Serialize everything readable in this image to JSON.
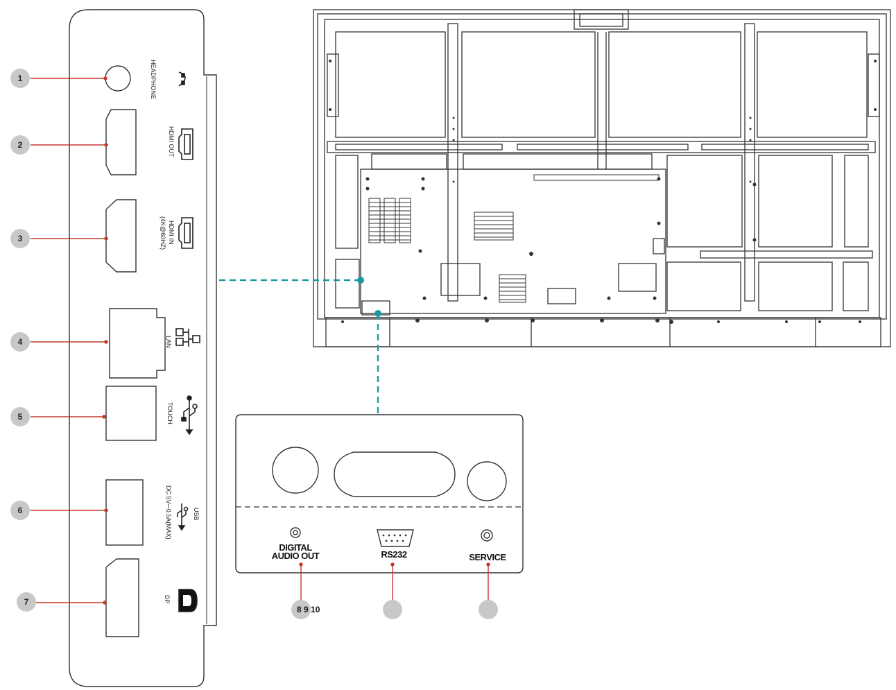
{
  "side_panel": {
    "ports": [
      {
        "callout": "1",
        "label": "HEADPHONE",
        "icon": "headphone-icon"
      },
      {
        "callout": "2",
        "label": "HDMI OUT",
        "icon": "hdmi-icon"
      },
      {
        "callout": "3",
        "label": "HDMI IN",
        "label2": "(4K@60HZ)",
        "icon": "hdmi-icon"
      },
      {
        "callout": "4",
        "label": "LAN",
        "icon": "lan-icon"
      },
      {
        "callout": "5",
        "label": "TOUCH",
        "icon": "usb-icon"
      },
      {
        "callout": "6",
        "label": "USB",
        "label2": "DC 5V⎓0.5A(MAX)",
        "icon": "usb-icon"
      },
      {
        "callout": "7",
        "label": "DP",
        "icon": "displayport-icon"
      }
    ]
  },
  "bottom_panel": {
    "ports": [
      {
        "label": "DIGITAL",
        "label2": "AUDIO OUT"
      },
      {
        "label": "RS232"
      },
      {
        "label": "SERVICE"
      }
    ],
    "callout_numbers": "8 9 10"
  },
  "colors": {
    "callout_line": "#c0392b",
    "connector_dash": "#1a9aa0",
    "callout_fill": "#c8c8c8",
    "outline": "#333333"
  }
}
